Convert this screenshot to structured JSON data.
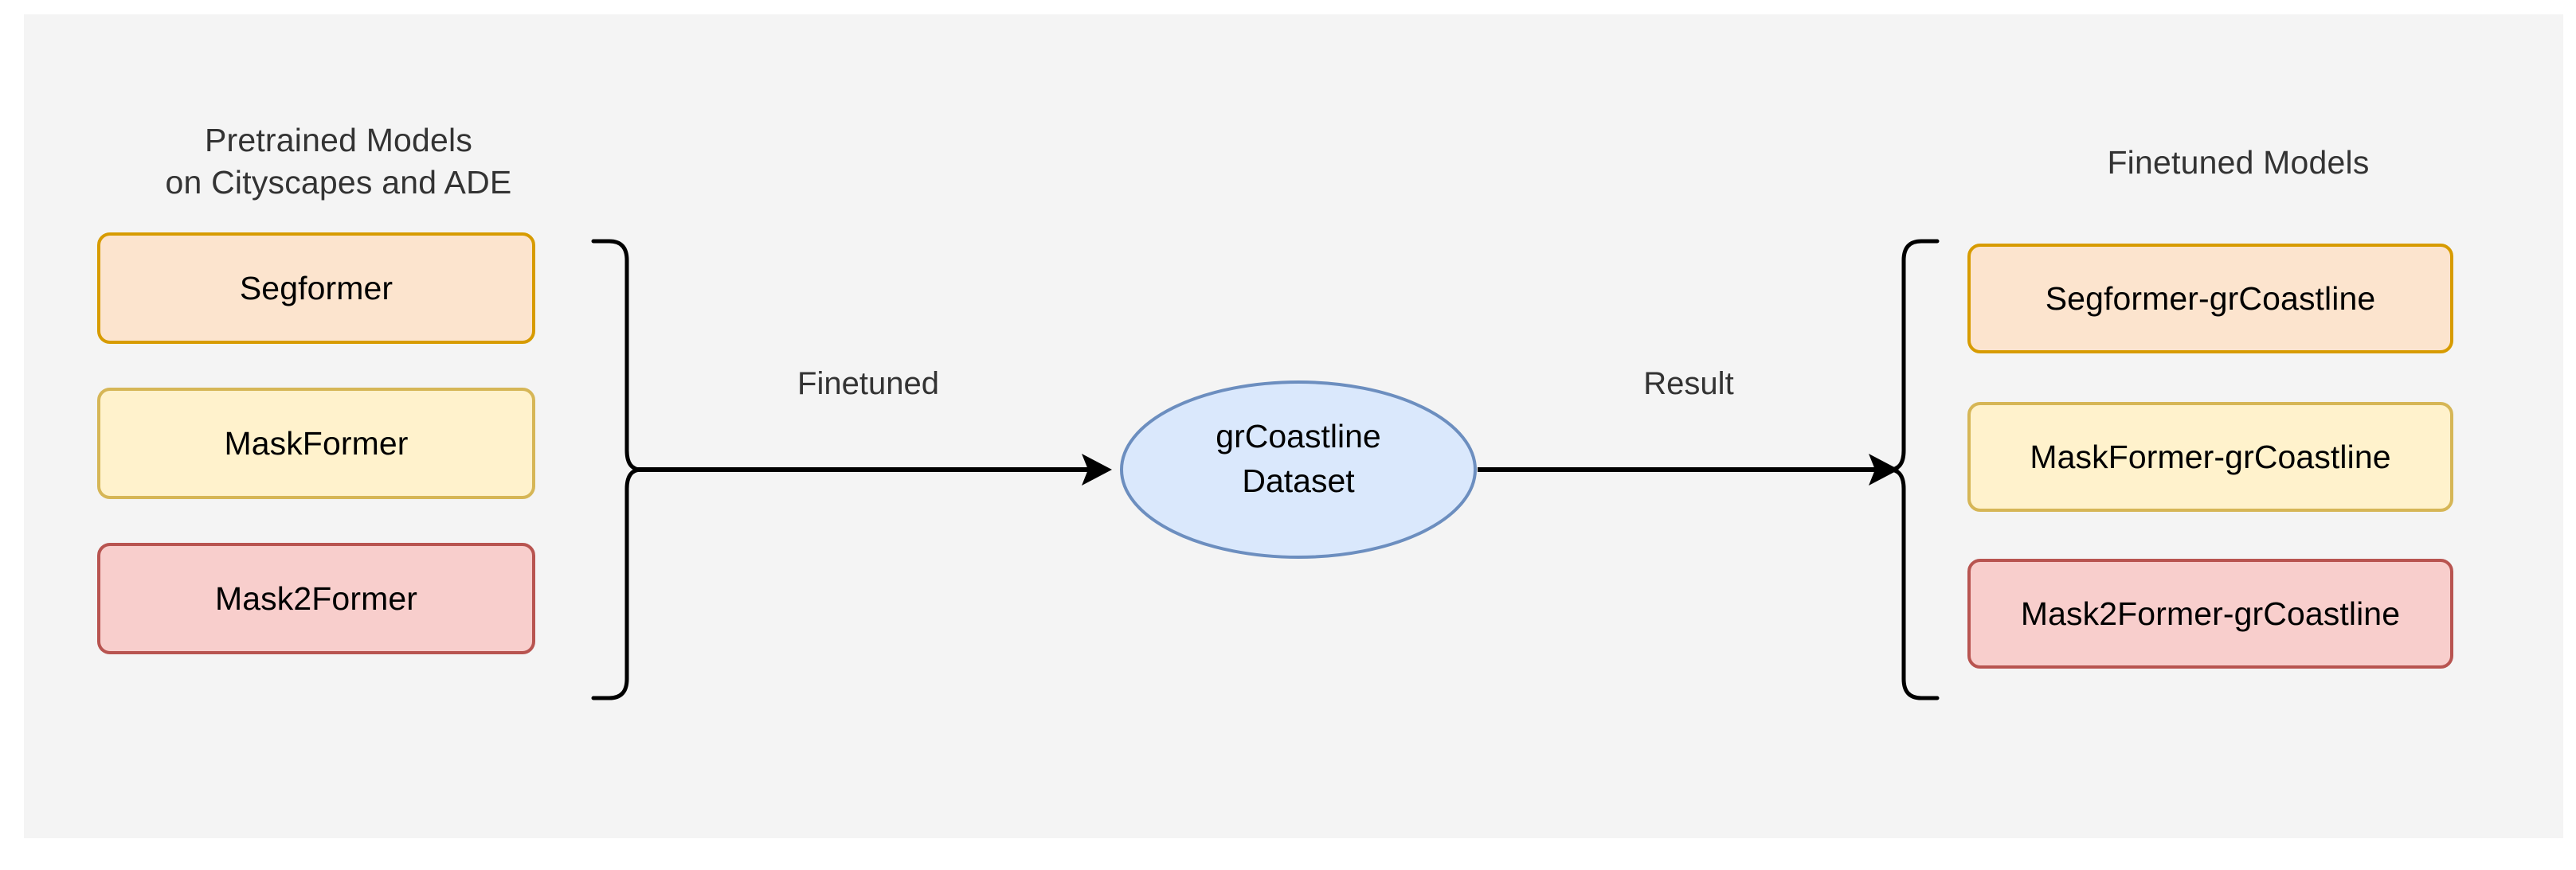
{
  "diagram": {
    "background_color": "#f4f4f4",
    "left_group": {
      "title_line1": "Pretrained Models",
      "title_line2": "on Cityscapes and ADE",
      "models": [
        {
          "label": "Segformer",
          "fill": "#fce4ce",
          "border": "#d79b00"
        },
        {
          "label": "MaskFormer",
          "fill": "#fff2cc",
          "border": "#d6b656"
        },
        {
          "label": "Mask2Former",
          "fill": "#f8cecc",
          "border": "#b85450"
        }
      ]
    },
    "center_node": {
      "label_line1": "grCoastline",
      "label_line2": "Dataset",
      "fill": "#dae8fc",
      "border": "#6c8ebf",
      "shape": "ellipse"
    },
    "edges": [
      {
        "label": "Finetuned",
        "from": "pretrained-models-group",
        "to": "grcoastline-dataset"
      },
      {
        "label": "Result",
        "from": "grcoastline-dataset",
        "to": "finetuned-models-group"
      }
    ],
    "right_group": {
      "title": "Finetuned Models",
      "models": [
        {
          "label": "Segformer-grCoastline",
          "fill": "#fce4ce",
          "border": "#d79b00"
        },
        {
          "label": "MaskFormer-grCoastline",
          "fill": "#fff2cc",
          "border": "#d6b656"
        },
        {
          "label": "Mask2Former-grCoastline",
          "fill": "#f8cecc",
          "border": "#b85450"
        }
      ]
    }
  }
}
